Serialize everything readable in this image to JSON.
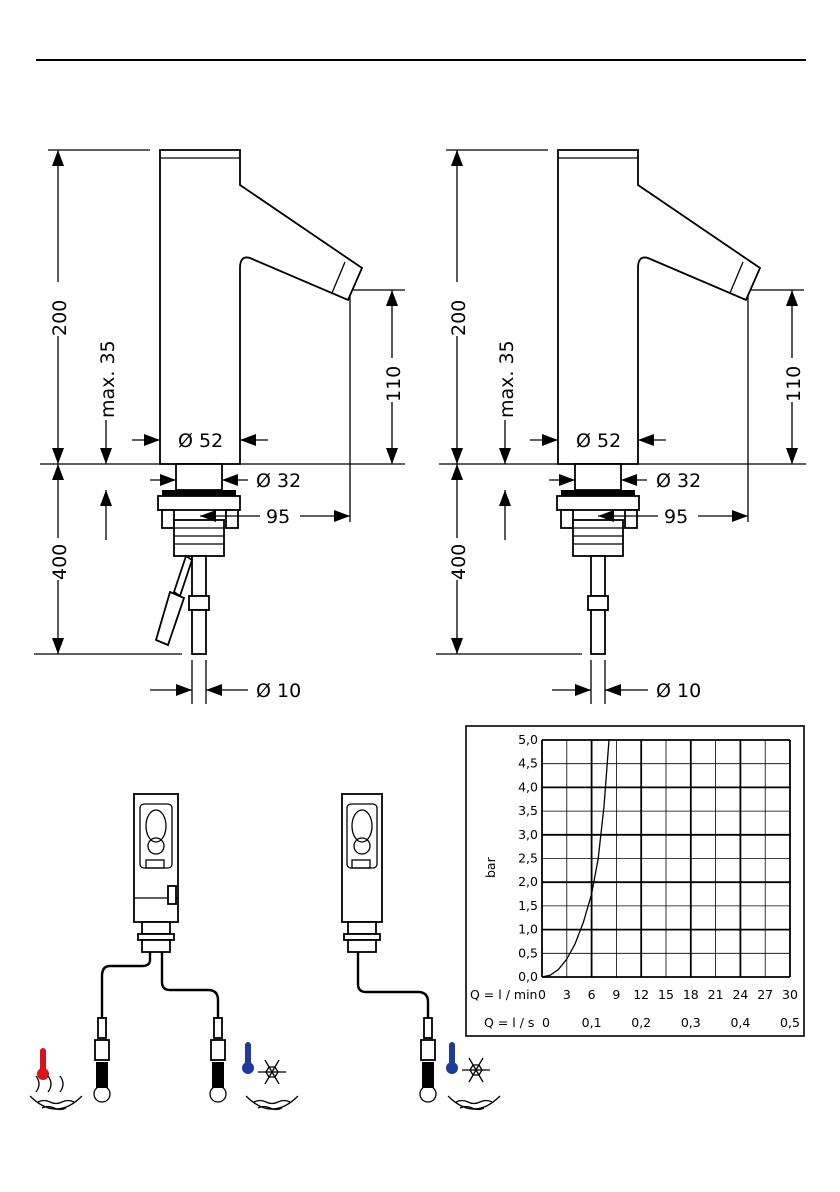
{
  "drawing": {
    "left": {
      "height_total": "200",
      "max_label": "max. 35",
      "spout_height": "110",
      "body_diameter": "Ø 52",
      "thread_diameter": "Ø 32",
      "reach": "95",
      "lower_length": "400",
      "hose_diameter": "Ø 10"
    },
    "right": {
      "height_total": "200",
      "max_label": "max. 35",
      "spout_height": "110",
      "body_diameter": "Ø 52",
      "thread_diameter": "Ø 32",
      "reach": "95",
      "lower_length": "400",
      "hose_diameter": "Ø 10"
    }
  },
  "connections": {
    "hot_icon": "thermometer-hot-icon",
    "cold_icon": "thermometer-cold-icon",
    "snow_icon": "snowflake-icon",
    "hot_color": "#d8151b",
    "cold_color": "#1f3c9a"
  },
  "chart_data": {
    "type": "line",
    "ylabel": "bar",
    "y_ticks": [
      "0,0",
      "0,5",
      "1,0",
      "1,5",
      "2,0",
      "2,5",
      "3,0",
      "3,5",
      "4,0",
      "4,5",
      "5,0"
    ],
    "ylim": [
      0,
      5
    ],
    "x_label_lmin": "Q = l / min",
    "x_ticks_lmin": [
      "0",
      "3",
      "6",
      "9",
      "12",
      "15",
      "18",
      "21",
      "24",
      "27",
      "30"
    ],
    "xlim": [
      0,
      30
    ],
    "x_label_ls": "Q = l / s",
    "x_ticks_ls": [
      "0",
      "0,1",
      "0,2",
      "0,3",
      "0,4",
      "0,5"
    ],
    "grid": true,
    "series": [
      {
        "x": [
          0,
          1,
          2,
          3,
          4,
          5,
          6,
          6.8,
          7.5,
          8.1
        ],
        "y": [
          0,
          0.04,
          0.16,
          0.38,
          0.7,
          1.15,
          1.75,
          2.5,
          3.6,
          5.0
        ]
      }
    ]
  }
}
